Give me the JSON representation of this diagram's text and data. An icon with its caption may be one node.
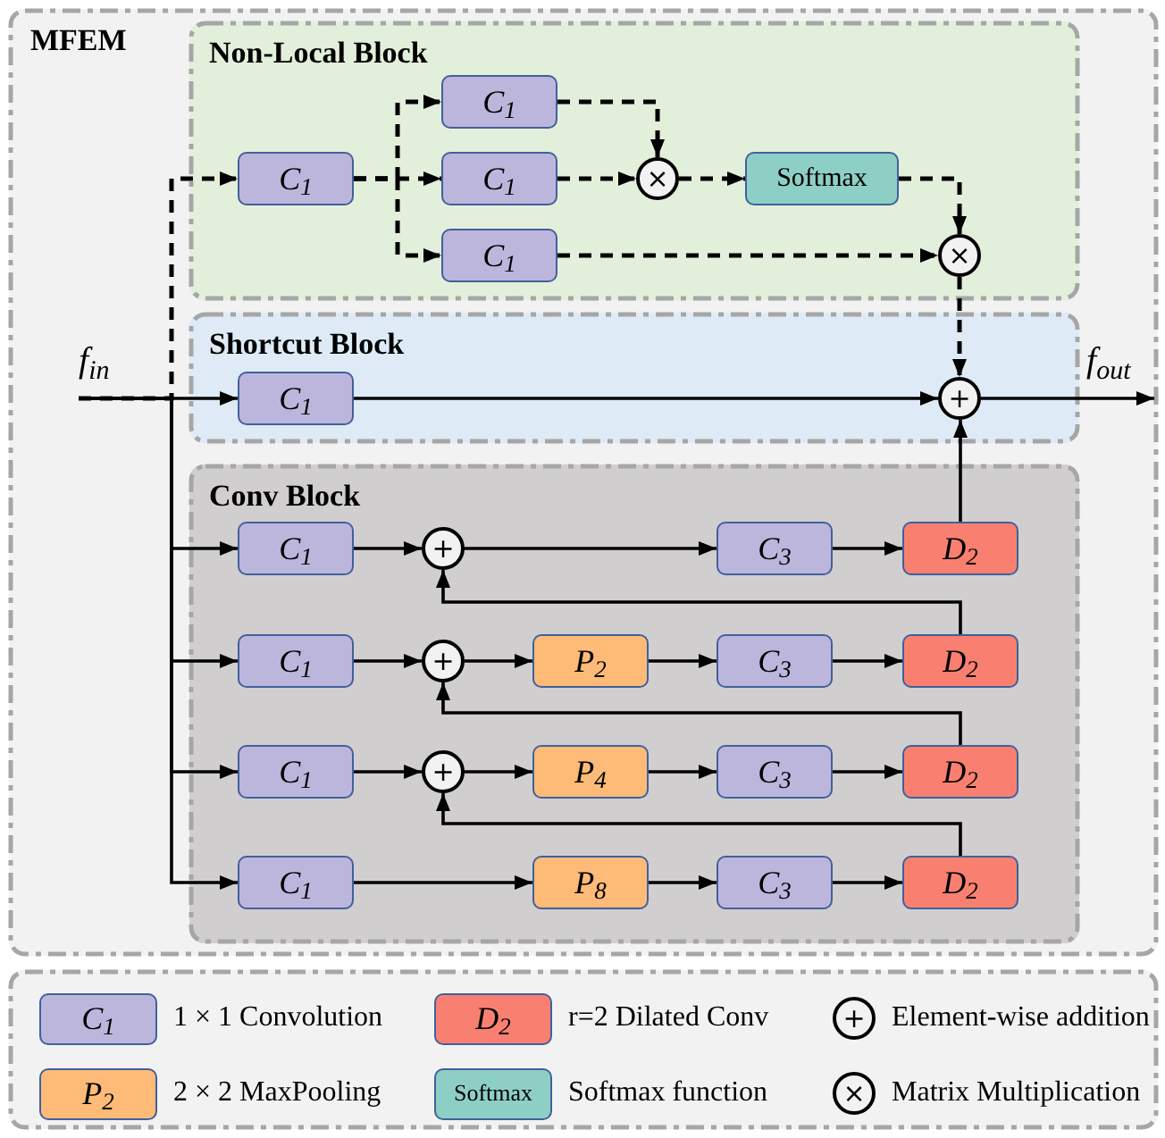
{
  "diagram": {
    "nodes": [
      {
        "text": [
          "MFEM"
        ]
      },
      {
        "text": [
          "Non-Local Block"
        ],
        "in": 0
      },
      {
        "text": [
          "C$_{1}$"
        ],
        "in": 1
      },
      {
        "text": [
          "C$_{1}$"
        ],
        "in": 1
      },
      {
        "text": [
          "C$_{1}$"
        ],
        "in": 1
      },
      {
        "text": [
          "C$_{1}$"
        ],
        "in": 1
      },
      {
        "text": [
          "×"
        ],
        "in": 1
      },
      {
        "text": [
          "Softmax"
        ],
        "in": 1
      },
      {
        "text": [
          "×"
        ],
        "in": 1
      },
      {
        "text": [
          "Shortcut Block"
        ],
        "in": 0
      },
      {
        "text": [
          "C$_{1}$"
        ],
        "in": 9
      },
      {
        "text": [
          "+"
        ],
        "in": 9
      },
      {
        "text": [
          "Conv Block"
        ],
        "in": 0
      },
      {
        "text": [
          "C$_{1}$"
        ],
        "in": 12
      },
      {
        "text": [
          "+"
        ],
        "in": 12
      },
      {
        "text": [
          "C$_{3}$"
        ],
        "in": 12
      },
      {
        "text": [
          "D$_{2}$"
        ],
        "in": 12
      },
      {
        "text": [
          "C$_{1}$"
        ],
        "in": 12
      },
      {
        "text": [
          "+"
        ],
        "in": 12
      },
      {
        "text": [
          "P$_{2}$"
        ],
        "in": 12
      },
      {
        "text": [
          "C$_{3}$"
        ],
        "in": 12
      },
      {
        "text": [
          "D$_{2}$"
        ],
        "in": 12
      },
      {
        "text": [
          "C$_{1}$"
        ],
        "in": 12
      },
      {
        "text": [
          "+"
        ],
        "in": 12
      },
      {
        "text": [
          "P$_{4}$"
        ],
        "in": 12
      },
      {
        "text": [
          "C$_{3}$"
        ],
        "in": 12
      },
      {
        "text": [
          "D$_{2}$"
        ],
        "in": 12
      },
      {
        "text": [
          "C$_{1}$"
        ],
        "in": 12
      },
      {
        "text": [
          "P$_{8}$"
        ],
        "in": 12
      },
      {
        "text": [
          "C$_{3}$"
        ],
        "in": 12
      },
      {
        "text": [
          "D$_{2}$"
        ],
        "in": 12
      },
      {
        "text": [
          "f$_{in}$"
        ],
        "in": 0
      },
      {
        "text": [
          "f$_{out}$"
        ],
        "in": 0
      }
    ],
    "edges": [
      {
        "from": 31,
        "to": 10,
        "arrow": "to"
      },
      {
        "from": 31,
        "to": 2,
        "arrow": "to",
        "style": "dashed"
      },
      {
        "from": 31,
        "to": 13,
        "arrow": "to"
      },
      {
        "from": 31,
        "to": 17,
        "arrow": "to"
      },
      {
        "from": 31,
        "to": 22,
        "arrow": "to"
      },
      {
        "from": 31,
        "to": 27,
        "arrow": "to"
      },
      {
        "from": 2,
        "to": 3,
        "arrow": "to",
        "style": "dashed"
      },
      {
        "from": 2,
        "to": 4,
        "arrow": "to",
        "style": "dashed"
      },
      {
        "from": 2,
        "to": 5,
        "arrow": "to",
        "style": "dashed"
      },
      {
        "from": 3,
        "to": 6,
        "arrow": "to",
        "style": "dashed"
      },
      {
        "from": 4,
        "to": 6,
        "arrow": "to",
        "style": "dashed"
      },
      {
        "from": 6,
        "to": 7,
        "arrow": "to",
        "style": "dashed"
      },
      {
        "from": 7,
        "to": 8,
        "arrow": "to",
        "style": "dashed"
      },
      {
        "from": 5,
        "to": 8,
        "arrow": "to",
        "style": "dashed"
      },
      {
        "from": 8,
        "to": 11,
        "arrow": "to",
        "style": "dashed"
      },
      {
        "from": 10,
        "to": 11,
        "arrow": "to"
      },
      {
        "from": 11,
        "to": 32,
        "arrow": "to"
      },
      {
        "from": 16,
        "to": 11,
        "arrow": "to"
      },
      {
        "from": 13,
        "to": 14,
        "arrow": "to"
      },
      {
        "from": 14,
        "to": 15,
        "arrow": "to"
      },
      {
        "from": 15,
        "to": 16,
        "arrow": "to"
      },
      {
        "from": 21,
        "to": 14,
        "arrow": "to"
      },
      {
        "from": 17,
        "to": 18,
        "arrow": "to"
      },
      {
        "from": 18,
        "to": 19,
        "arrow": "to"
      },
      {
        "from": 19,
        "to": 20,
        "arrow": "to"
      },
      {
        "from": 20,
        "to": 21,
        "arrow": "to"
      },
      {
        "from": 26,
        "to": 18,
        "arrow": "to"
      },
      {
        "from": 22,
        "to": 23,
        "arrow": "to"
      },
      {
        "from": 23,
        "to": 24,
        "arrow": "to"
      },
      {
        "from": 24,
        "to": 25,
        "arrow": "to"
      },
      {
        "from": 25,
        "to": 26,
        "arrow": "to"
      },
      {
        "from": 30,
        "to": 23,
        "arrow": "to"
      },
      {
        "from": 27,
        "to": 28,
        "arrow": "to"
      },
      {
        "from": 28,
        "to": 29,
        "arrow": "to"
      },
      {
        "from": 29,
        "to": 30,
        "arrow": "to"
      }
    ],
    "labels": [
      "C$_{1}$",
      "D$_{2}$",
      "+",
      "P$_{2}$",
      "Softmax",
      "×"
    ],
    "legend": [
      {
        "text": "1 × 1 Convolution",
        "color": "#bcb6dd"
      },
      {
        "text": "r=2 Dilated Conv",
        "color": "#f98070"
      },
      {
        "text": "Element-wise addition"
      },
      {
        "text": "2 × 2 MaxPooling",
        "color": "#fdbb77"
      },
      {
        "text": "Softmax function",
        "color": "#8ecfc5"
      },
      {
        "text": "Matrix Multiplication"
      }
    ]
  }
}
